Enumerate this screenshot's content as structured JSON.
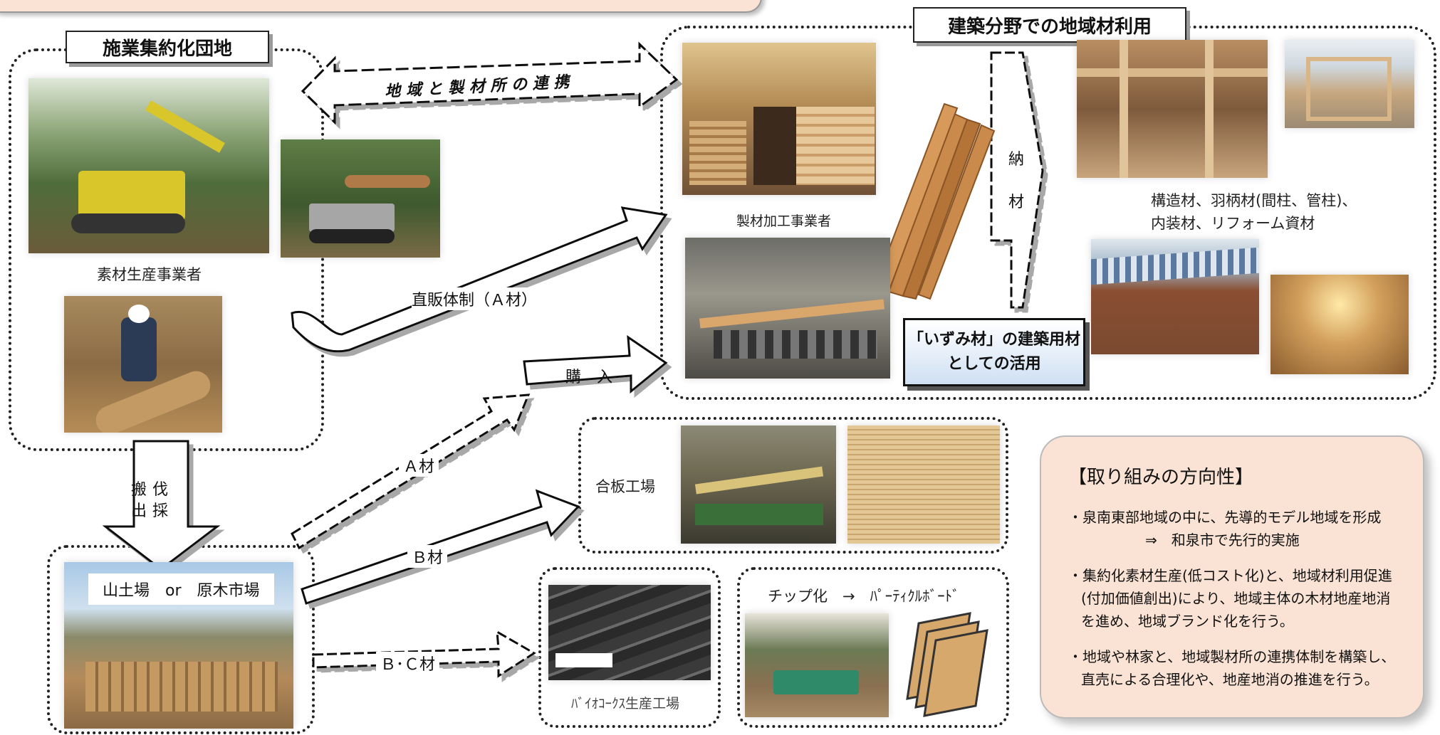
{
  "titles": {
    "forest_cluster": "施業集約化団地",
    "building_use": "建築分野での地域材利用"
  },
  "arrows": {
    "partnership": "地 域 と 製 材 所 の 連 携",
    "direct_sales": "直販体制（Ａ材）",
    "purchase": "購　入",
    "logging_transport": [
      "伐採",
      "搬出"
    ],
    "delivery": [
      "納",
      "材"
    ],
    "a_material": "Ａ材",
    "b_material": "Ｂ材",
    "bc_material": "Ｂ･Ｃ材"
  },
  "captions": {
    "material_producer": "素材生産事業者",
    "sawmill": "製材加工事業者",
    "structural_materials": [
      "構造材、羽柄材(間柱、管柱)、",
      "内装材、リフォーム資材"
    ],
    "plywood_factory": "合板工場",
    "chip_process": "チップ化　→　ﾊﾟｰﾃｨｸﾙﾎﾞｰﾄﾞ",
    "biocoke_factory": "ﾊﾞｲｵｺｰｸｽ生産工場"
  },
  "log_market_label": "山土場　or　原木市場",
  "izumi_label": [
    "「いずみ材」の建築用材",
    "としての活用"
  ],
  "policy": {
    "heading": "【取り組みの方向性】",
    "items": [
      {
        "text": "・泉南東部地域の中に、先導的モデル地域を形成",
        "sub": "⇒　和泉市で先行的実施"
      },
      {
        "text": "・集約化素材生産(低コスト化)と、地域材利用促進(付加価値創出)により、地域主体の木材地産地消を進め、地域ブランド化を行う。"
      },
      {
        "text": "・地域や林家と、地域製材所の連携体制を構築し、直売による合理化や、地産地消の推進を行う。"
      }
    ]
  },
  "colors": {
    "policy_bg": "#fae3d4",
    "izumi_gradient_end": "#cfe0f3",
    "timber": "#c98a4b"
  }
}
